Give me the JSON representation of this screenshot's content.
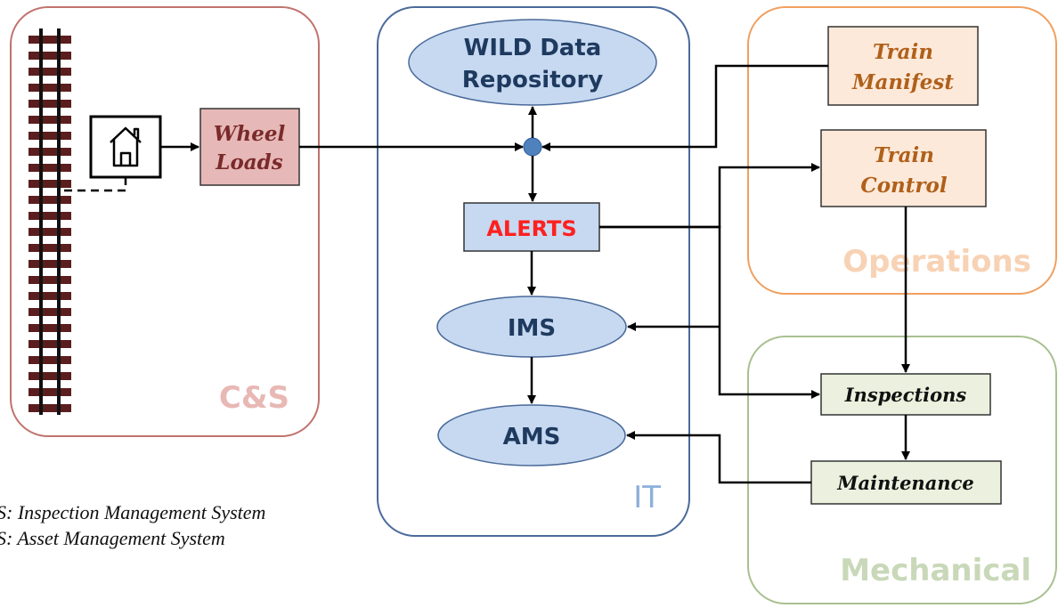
{
  "groups": {
    "cs": "C&S",
    "it": "IT",
    "operations": "Operations",
    "mechanical": "Mechanical"
  },
  "nodes": {
    "wheel_loads": [
      "Wheel",
      "Loads"
    ],
    "wild_repo": [
      "WILD Data",
      "Repository"
    ],
    "alerts": "ALERTS",
    "ims": "IMS",
    "ams": "AMS",
    "train_manifest": [
      "Train",
      "Manifest"
    ],
    "train_control": [
      "Train",
      "Control"
    ],
    "inspections": "Inspections",
    "maintenance": "Maintenance"
  },
  "legend": [
    "S: Inspection Management System",
    "S: Asset Management System"
  ],
  "colors": {
    "cs_border": "#c0736e",
    "cs_label": "#e8b8b5",
    "it_border": "#4a6a9a",
    "it_label": "#8db0dc",
    "ops_border": "#f0a060",
    "ops_label": "#f8d2b4",
    "mech_border": "#a8c090",
    "mech_label": "#c8d8b8",
    "ellipse_fill": "#c6d9f1",
    "alerts_text": "#ff2020",
    "train_text": "#b0601a",
    "wheel_fill": "#e6b8b7",
    "wheel_text": "#7a2a2a",
    "mech_box_fill": "#ebf1de",
    "track_color": "#5a1e1e"
  }
}
